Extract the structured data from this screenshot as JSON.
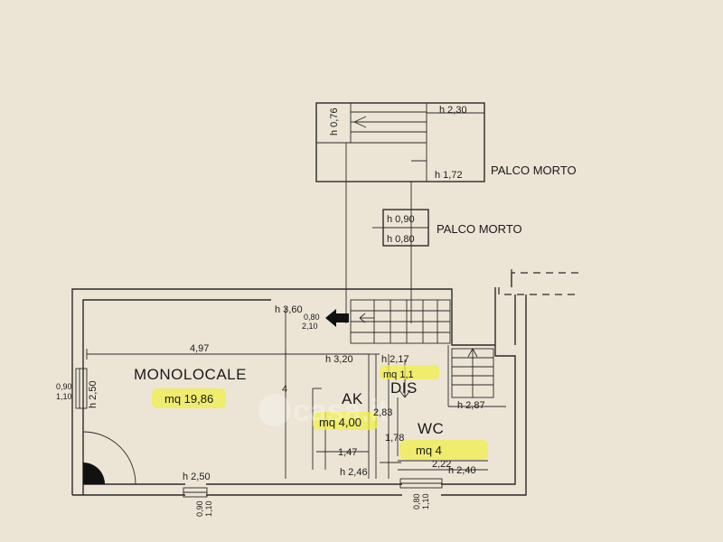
{
  "upper": {
    "h_076": "h 0,76",
    "h_230": "h 2,30",
    "h_172": "h 1,72",
    "palco_morto_1": "PALCO MORTO",
    "h_090": "h 0,90",
    "h_080": "h 0,80",
    "palco_morto_2": "PALCO MORTO"
  },
  "rooms": {
    "monolocale": {
      "name": "MONOLOCALE",
      "area": "mq 19,86"
    },
    "ak": {
      "name": "AK",
      "area": "mq 4,00"
    },
    "dis": {
      "name": "DIS",
      "area": "mq 1,1"
    },
    "wc": {
      "name": "WC",
      "area": "mq 4"
    }
  },
  "dims": {
    "w497": "4,97",
    "h360": "h 3,60",
    "d080": "0,80",
    "d210": "2,10",
    "h320": "h 3,20",
    "h217": "h 2,17",
    "h250_side": "h 2,50",
    "win_090": "0,90",
    "win_110": "1,10",
    "len4": "4",
    "d283": "2,83",
    "d178": "1,78",
    "h287": "h 2,87",
    "w147": "1,47",
    "h246": "h 2,46",
    "w222": "2,22",
    "h240": "h 2,40",
    "h250_bottom": "h 2,50",
    "bw1_090": "0,90",
    "bw1_110": "1,10",
    "bw2_080": "0,80",
    "bw2_110": "1,10"
  },
  "watermark": "casa.it",
  "colors": {
    "background": "#ece5d6",
    "line": "#2a2a2a",
    "highlight": "#f2ee4a"
  }
}
